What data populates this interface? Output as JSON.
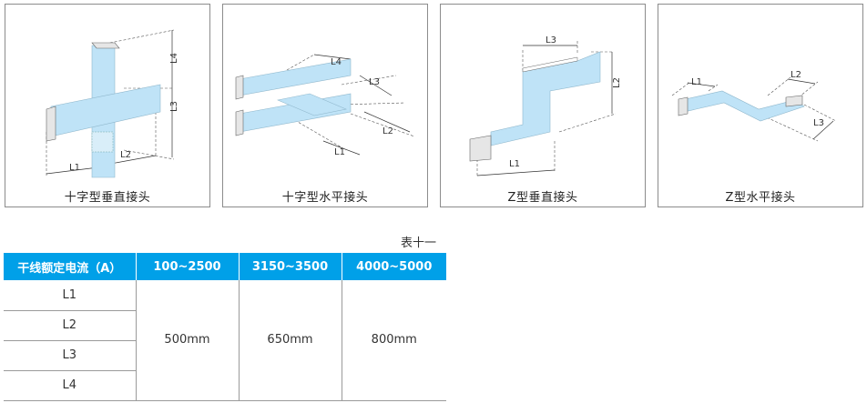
{
  "panels": [
    {
      "caption": "十字型垂直接头",
      "labels": [
        "L4",
        "L3",
        "L2",
        "L1"
      ]
    },
    {
      "caption": "十字型水平接头",
      "labels": [
        "L4",
        "L3",
        "L2",
        "L1"
      ]
    },
    {
      "caption": "Z型垂直接头",
      "labels": [
        "L3",
        "L2",
        "L1"
      ]
    },
    {
      "caption": "Z型水平接头",
      "labels": [
        "L1",
        "L2",
        "L3"
      ]
    }
  ],
  "table": {
    "title": "表十一",
    "headers": [
      "干线额定电流（A）",
      "100~2500",
      "3150~3500",
      "4000~5000"
    ],
    "row_labels": [
      "L1",
      "L2",
      "L3",
      "L4"
    ],
    "values": [
      "500mm",
      "650mm",
      "800mm"
    ]
  },
  "colors": {
    "accent": "#00a0e8",
    "busbar": "#bfe3f7"
  }
}
